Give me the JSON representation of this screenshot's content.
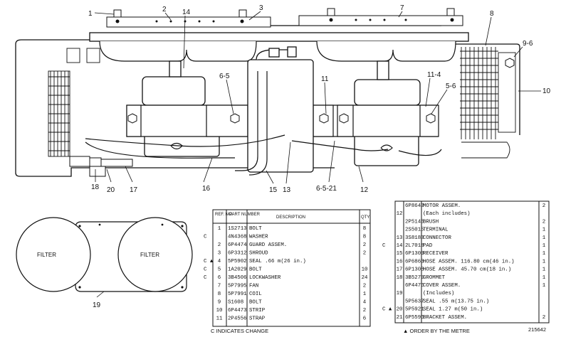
{
  "callouts": [
    "1",
    "2",
    "3",
    "14",
    "7",
    "8",
    "9-6",
    "10",
    "6-5",
    "11",
    "11-4",
    "5-6",
    "18",
    "20",
    "17",
    "16",
    "15",
    "13",
    "6-5-21",
    "12"
  ],
  "filters": {
    "left": "FILTER",
    "right": "FILTER",
    "ref": "19"
  },
  "left_table": {
    "headers": [
      "REF. NO.",
      "PART NUMBER",
      "DESCRIPTION",
      "QTY"
    ],
    "rows": [
      {
        "mark": "",
        "ref": "1",
        "part": "1S2713",
        "desc": "BOLT",
        "qty": "8"
      },
      {
        "mark": "C",
        "ref": "",
        "part": "4N4368",
        "desc": "WASHER",
        "qty": "8"
      },
      {
        "mark": "",
        "ref": "2",
        "part": "6P4474",
        "desc": "GUARD ASSEM.",
        "qty": "2"
      },
      {
        "mark": "",
        "ref": "3",
        "part": "6P3312",
        "desc": "SHROUD",
        "qty": "2"
      },
      {
        "mark": "C ▲",
        "ref": "4",
        "part": "5P5902",
        "desc": "SEAL .66 m(26 in.)",
        "qty": ""
      },
      {
        "mark": "C",
        "ref": "5",
        "part": "1A2029",
        "desc": "BOLT",
        "qty": "10"
      },
      {
        "mark": "C",
        "ref": "6",
        "part": "3B4506",
        "desc": "LOCKWASHER",
        "qty": "24"
      },
      {
        "mark": "",
        "ref": "7",
        "part": "5P7995",
        "desc": "FAN",
        "qty": "2"
      },
      {
        "mark": "",
        "ref": "8",
        "part": "5P7991",
        "desc": "COIL",
        "qty": "1"
      },
      {
        "mark": "",
        "ref": "9",
        "part": "S1608",
        "desc": "BOLT",
        "qty": "4"
      },
      {
        "mark": "",
        "ref": "10",
        "part": "6P4473",
        "desc": "STRIP",
        "qty": "2"
      },
      {
        "mark": "",
        "ref": "11",
        "part": "2P4556",
        "desc": "STRAP",
        "qty": "6"
      }
    ]
  },
  "right_table": {
    "rows": [
      {
        "mark": "",
        "ref": "",
        "part": "6P8643",
        "desc": "MOTOR ASSEM.",
        "qty": "2"
      },
      {
        "mark": "",
        "ref": "12",
        "part": "",
        "desc": "(Each includes)",
        "qty": ""
      },
      {
        "mark": "",
        "ref": "",
        "part": "2P5145",
        "desc": "BRUSH",
        "qty": "2"
      },
      {
        "mark": "",
        "ref": "",
        "part": "2S5015",
        "desc": "TERMINAL",
        "qty": "1"
      },
      {
        "mark": "",
        "ref": "13",
        "part": "3S8183",
        "desc": "CONNECTOR",
        "qty": "1"
      },
      {
        "mark": "C",
        "ref": "14",
        "part": "2L7018",
        "desc": "PAD",
        "qty": "1"
      },
      {
        "mark": "",
        "ref": "15",
        "part": "6P1309",
        "desc": "RECEIVER",
        "qty": "1"
      },
      {
        "mark": "",
        "ref": "16",
        "part": "6P6863",
        "desc": "HOSE ASSEM. 116.80 cm(46 in.)",
        "qty": "1"
      },
      {
        "mark": "",
        "ref": "17",
        "part": "6P1308",
        "desc": "HOSE ASSEM. 45.70 cm(18 in.)",
        "qty": "1"
      },
      {
        "mark": "",
        "ref": "18",
        "part": "3B5279",
        "desc": "GROMMET",
        "qty": "1"
      },
      {
        "mark": "",
        "ref": "",
        "part": "6P4476",
        "desc": "COVER ASSEM.",
        "qty": "1"
      },
      {
        "mark": "",
        "ref": "19",
        "part": "",
        "desc": "(Includes)",
        "qty": ""
      },
      {
        "mark": "",
        "ref": "",
        "part": "5P5637",
        "desc": "SEAL .55 m(13.75 in.)",
        "qty": ""
      },
      {
        "mark": "C ▲",
        "ref": "20",
        "part": "5P5921",
        "desc": "SEAL 1.27 m(50 in.)",
        "qty": ""
      },
      {
        "mark": "",
        "ref": "21",
        "part": "6P5596",
        "desc": "BRACKET ASSEM.",
        "qty": "2"
      }
    ]
  },
  "notes": {
    "change": "C INDICATES CHANGE",
    "order": "▲ ORDER BY THE METRE",
    "figure_no": "215642"
  }
}
